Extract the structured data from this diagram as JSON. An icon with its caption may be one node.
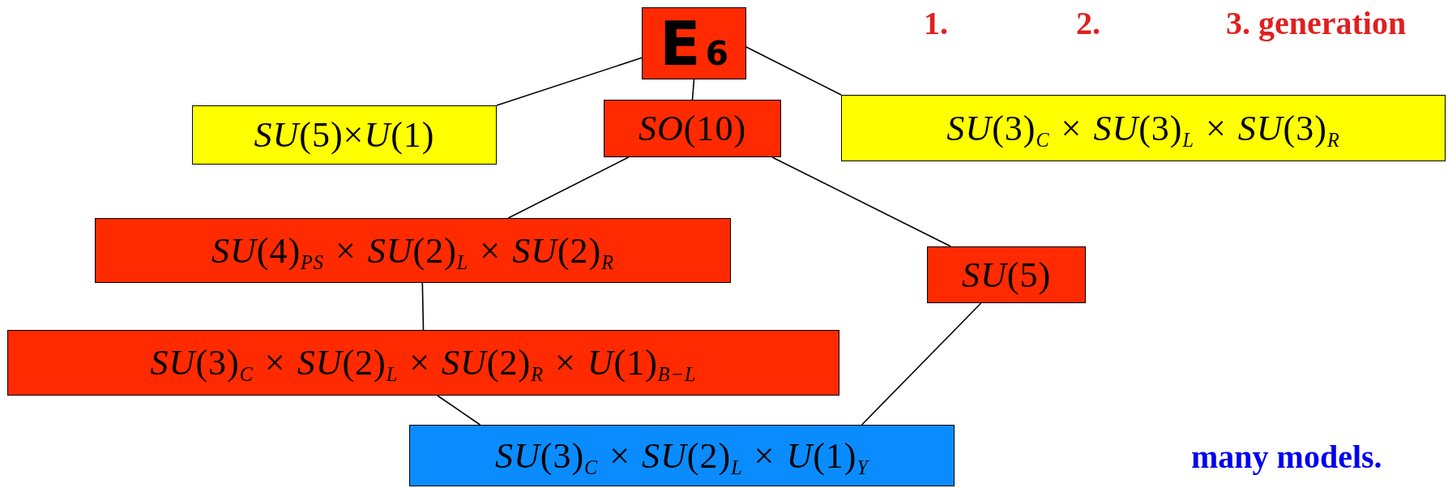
{
  "diagram": {
    "nodes": [
      {
        "text": [
          "E$_{6}$"
        ]
      },
      {
        "text": [
          "*SU*(5)×*U*(1)"
        ]
      },
      {
        "text": [
          "*SO*(10)"
        ]
      },
      {
        "text": [
          "*SU*(3)$_{C}$ × *SU*(3)$_{L}$ × *SU*(3)$_{R}$"
        ]
      },
      {
        "text": [
          "*SU*(4)$_{PS}$ × *SU*(2)$_{L}$ × *SU*(2)$_{R}$"
        ]
      },
      {
        "text": [
          "*SU*(5)"
        ]
      },
      {
        "text": [
          "*SU*(3)$_{C}$ × *SU*(2)$_{L}$ × *SU*(2)$_{R}$ × *U*(1)$_{B−L}$"
        ]
      },
      {
        "text": [
          "*SU*(3)$_{C}$ × *SU*(2)$_{L}$ × *U*(1)$_{Y}$"
        ]
      }
    ],
    "edges": [
      {
        "from": 0,
        "to": 1,
        "arrow": "none"
      },
      {
        "from": 0,
        "to": 2,
        "arrow": "none"
      },
      {
        "from": 0,
        "to": 3,
        "arrow": "none"
      },
      {
        "from": 2,
        "to": 4,
        "arrow": "none"
      },
      {
        "from": 2,
        "to": 5,
        "arrow": "none"
      },
      {
        "from": 4,
        "to": 6,
        "arrow": "none"
      },
      {
        "from": 6,
        "to": 7,
        "arrow": "none"
      },
      {
        "from": 5,
        "to": 7,
        "arrow": "none"
      }
    ],
    "labels": [
      "1.",
      "2.",
      "3. generation",
      "many models."
    ]
  }
}
